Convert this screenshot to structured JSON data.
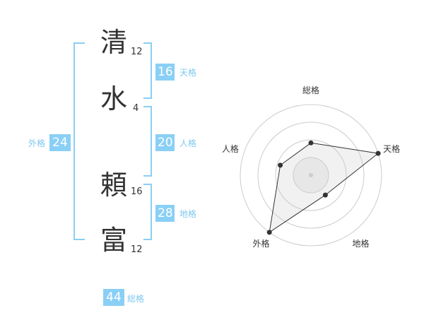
{
  "name": {
    "characters": [
      {
        "char": "清",
        "strokes": "12"
      },
      {
        "char": "水",
        "strokes": "4"
      },
      {
        "char": "頼",
        "strokes": "16"
      },
      {
        "char": "富",
        "strokes": "12"
      }
    ]
  },
  "fortunes": {
    "tenkaku": {
      "value": "16",
      "label": "天格"
    },
    "jinkaku": {
      "value": "20",
      "label": "人格"
    },
    "chikaku": {
      "value": "28",
      "label": "地格"
    },
    "gaikaku": {
      "value": "24",
      "label": "外格"
    },
    "soukaku": {
      "value": "44",
      "label": "総格"
    }
  },
  "chart_data": {
    "type": "radar",
    "axes": [
      "総格",
      "天格",
      "地格",
      "外格",
      "人格"
    ],
    "values": [
      2.1,
      4.6,
      1.6,
      4.6,
      2.1
    ],
    "max": 4.6,
    "rings": 4
  },
  "colors": {
    "accent": "#8acff5",
    "label": "#7fc8f0",
    "text": "#333333"
  }
}
